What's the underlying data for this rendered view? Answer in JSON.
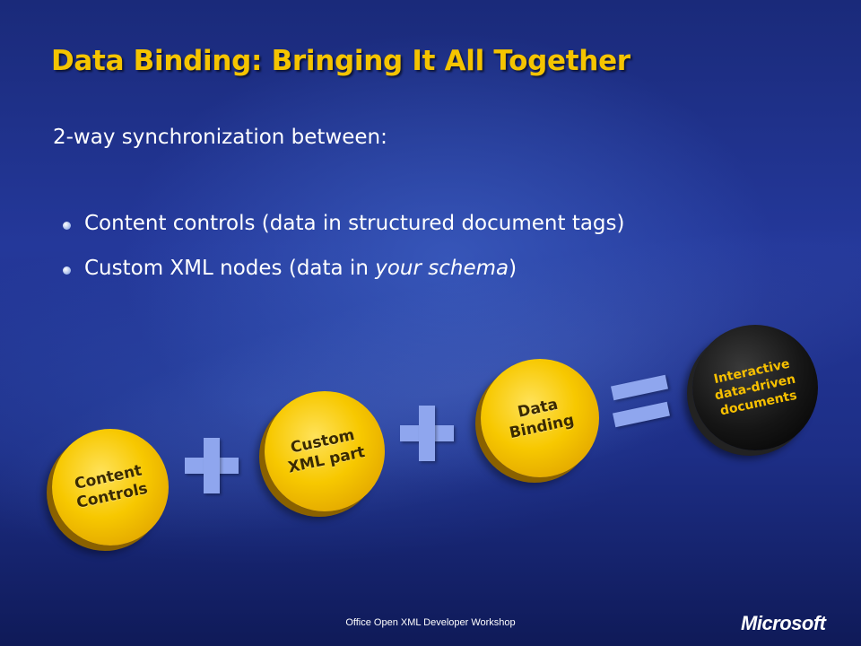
{
  "slide": {
    "title": "Data Binding: Bringing It All Together",
    "subtitle": "2-way synchronization between:",
    "bullets": [
      {
        "text": "Content controls (data in structured document tags)"
      },
      {
        "pre": "Custom XML nodes (data in ",
        "em": "your schema",
        "post": ")"
      }
    ],
    "diagram": {
      "discs": [
        {
          "line1": "Content",
          "line2": "Controls"
        },
        {
          "line1": "Custom",
          "line2": "XML part"
        },
        {
          "line1": "Data",
          "line2": "Binding"
        }
      ],
      "result": {
        "line1": "Interactive",
        "line2": "data-driven",
        "line3": "documents"
      }
    },
    "colors": {
      "title": "#f5c400",
      "disc": "#f7c800",
      "operator": "#8fa6ee",
      "background": "#1d2e86"
    },
    "footer": "Office Open XML Developer Workshop",
    "logo": "Microsoft"
  }
}
